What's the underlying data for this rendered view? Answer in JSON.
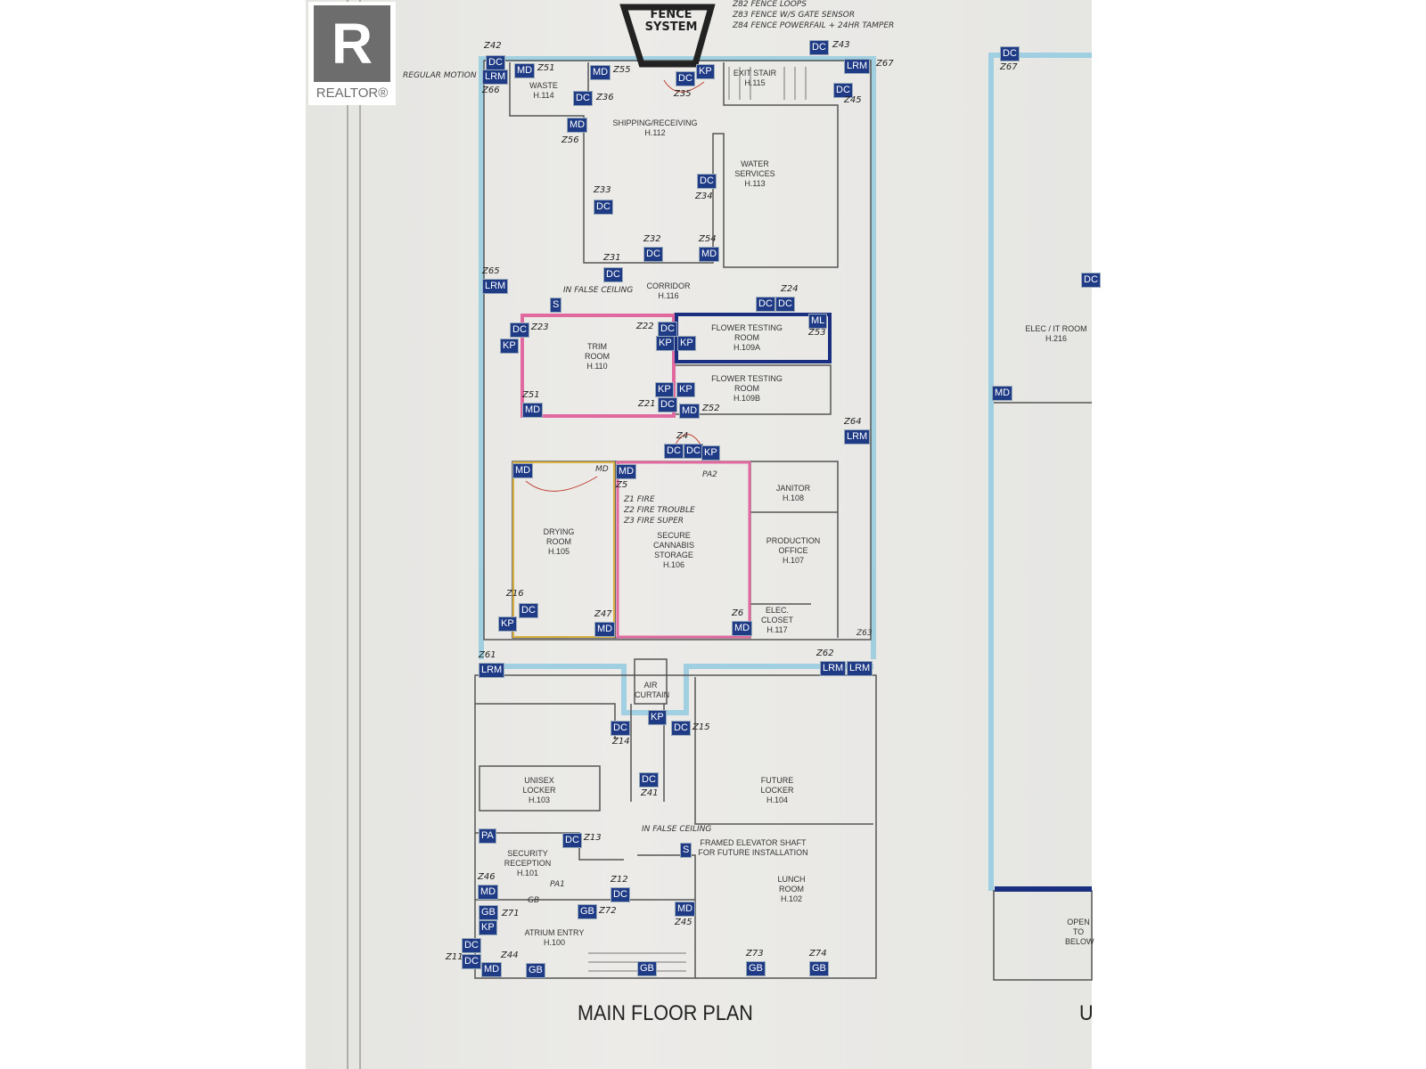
{
  "logo": {
    "mark": "R",
    "text": "REALTOR®"
  },
  "title": "MAIN FLOOR PLAN",
  "next_plan_title_fragment": "U",
  "fence_label": "FENCE SYSTEM",
  "notes": [
    "Z82 FENCE LOOPS",
    "Z83 FENCE W/S GATE SENSOR",
    "Z84 FENCE POWERFAIL + 24HR TAMPER",
    "REGULAR MOTION",
    "IN FALSE CEILING",
    "Z1 FIRE",
    "Z2 FIRE TROUBLE",
    "Z3 FIRE SUPER",
    "IN FALSE CEILING",
    "PA2",
    "PA1",
    "GB",
    "MD",
    "Z63"
  ],
  "rooms": [
    {
      "name": "WASTE",
      "code": "H.114"
    },
    {
      "name": "SHIPPING/RECEIVING",
      "code": "H.112"
    },
    {
      "name": "EXIT STAIR",
      "code": "H.115"
    },
    {
      "name": "WATER SERVICES",
      "code": "H.113"
    },
    {
      "name": "CORRIDOR",
      "code": "H.116"
    },
    {
      "name": "TRIM ROOM",
      "code": "H.110"
    },
    {
      "name": "FLOWER TESTING ROOM",
      "code": "H.109A"
    },
    {
      "name": "FLOWER TESTING ROOM",
      "code": "H.109B"
    },
    {
      "name": "JANITOR",
      "code": "H.108"
    },
    {
      "name": "DRYING ROOM",
      "code": "H.105"
    },
    {
      "name": "SECURE CANNABIS STORAGE",
      "code": "H.106"
    },
    {
      "name": "PRODUCTION OFFICE",
      "code": "H.107"
    },
    {
      "name": "ELEC. CLOSET",
      "code": "H.117"
    },
    {
      "name": "AIR CURTAIN",
      "code": ""
    },
    {
      "name": "UNISEX LOCKER",
      "code": "H.103"
    },
    {
      "name": "FUTURE LOCKER",
      "code": "H.104"
    },
    {
      "name": "SECURITY RECEPTION",
      "code": "H.101"
    },
    {
      "name": "FRAMED ELEVATOR SHAFT FOR FUTURE INSTALLATION",
      "code": ""
    },
    {
      "name": "LUNCH ROOM",
      "code": "H.102"
    },
    {
      "name": "ATRIUM ENTRY",
      "code": "H.100"
    },
    {
      "name": "ELEC / IT ROOM",
      "code": "H.216"
    },
    {
      "name": "OPEN TO BELOW",
      "code": ""
    }
  ],
  "devices": [
    {
      "type": "DC",
      "zone": "Z42"
    },
    {
      "type": "LRM",
      "zone": "Z66"
    },
    {
      "type": "MD",
      "zone": "Z51"
    },
    {
      "type": "MD",
      "zone": "Z55"
    },
    {
      "type": "DC",
      "zone": "Z35"
    },
    {
      "type": "KP",
      "zone": ""
    },
    {
      "type": "DC",
      "zone": "Z43"
    },
    {
      "type": "LRM",
      "zone": "Z67"
    },
    {
      "type": "DC",
      "zone": "Z45"
    },
    {
      "type": "DC",
      "zone": "Z36"
    },
    {
      "type": "MD",
      "zone": "Z56"
    },
    {
      "type": "DC",
      "zone": "Z34"
    },
    {
      "type": "DC",
      "zone": "Z33"
    },
    {
      "type": "DC",
      "zone": "Z32"
    },
    {
      "type": "MD",
      "zone": "Z54"
    },
    {
      "type": "DC",
      "zone": "Z31"
    },
    {
      "type": "LRM",
      "zone": "Z65"
    },
    {
      "type": "S",
      "zone": ""
    },
    {
      "type": "DC",
      "zone": "Z23"
    },
    {
      "type": "KP",
      "zone": ""
    },
    {
      "type": "DC",
      "zone": "Z22"
    },
    {
      "type": "KP",
      "zone": ""
    },
    {
      "type": "KP",
      "zone": ""
    },
    {
      "type": "ML",
      "zone": "Z53"
    },
    {
      "type": "KP",
      "zone": ""
    },
    {
      "type": "KP",
      "zone": ""
    },
    {
      "type": "DC",
      "zone": "Z21"
    },
    {
      "type": "MD",
      "zone": "Z51"
    },
    {
      "type": "MD",
      "zone": "Z52"
    },
    {
      "type": "DC",
      "zone": "Z24"
    },
    {
      "type": "DC",
      "zone": ""
    },
    {
      "type": "LRM",
      "zone": "Z64"
    },
    {
      "type": "DC",
      "zone": "Z4"
    },
    {
      "type": "DC",
      "zone": ""
    },
    {
      "type": "KP",
      "zone": ""
    },
    {
      "type": "MD",
      "zone": ""
    },
    {
      "type": "MD",
      "zone": "Z5"
    },
    {
      "type": "DC",
      "zone": "Z16"
    },
    {
      "type": "KP",
      "zone": ""
    },
    {
      "type": "MD",
      "zone": "Z47"
    },
    {
      "type": "MD",
      "zone": "Z6"
    },
    {
      "type": "LRM",
      "zone": "Z61"
    },
    {
      "type": "LRM",
      "zone": "Z62"
    },
    {
      "type": "LRM",
      "zone": ""
    },
    {
      "type": "KP",
      "zone": ""
    },
    {
      "type": "DC",
      "zone": "Z14"
    },
    {
      "type": "DC",
      "zone": "Z15"
    },
    {
      "type": "DC",
      "zone": "Z41"
    },
    {
      "type": "PA",
      "zone": ""
    },
    {
      "type": "DC",
      "zone": "Z13"
    },
    {
      "type": "S",
      "zone": ""
    },
    {
      "type": "MD",
      "zone": "Z46"
    },
    {
      "type": "DC",
      "zone": "Z12"
    },
    {
      "type": "GB",
      "zone": "Z71"
    },
    {
      "type": "KP",
      "zone": ""
    },
    {
      "type": "GB",
      "zone": "Z72"
    },
    {
      "type": "MD",
      "zone": "Z45"
    },
    {
      "type": "DC",
      "zone": ""
    },
    {
      "type": "DC",
      "zone": "Z11"
    },
    {
      "type": "MD",
      "zone": "Z44"
    },
    {
      "type": "GB",
      "zone": ""
    },
    {
      "type": "GB",
      "zone": ""
    },
    {
      "type": "GB",
      "zone": "Z73"
    },
    {
      "type": "GB",
      "zone": "Z74"
    },
    {
      "type": "DC",
      "zone": "Z67"
    },
    {
      "type": "MD",
      "zone": ""
    },
    {
      "type": "DC",
      "zone": ""
    }
  ],
  "colors": {
    "tag": "#1f3b86",
    "perimeter": "#8ec9e0",
    "pink": "#e06aa0",
    "yellow": "#d9b040",
    "navy": "#1a2f80"
  }
}
